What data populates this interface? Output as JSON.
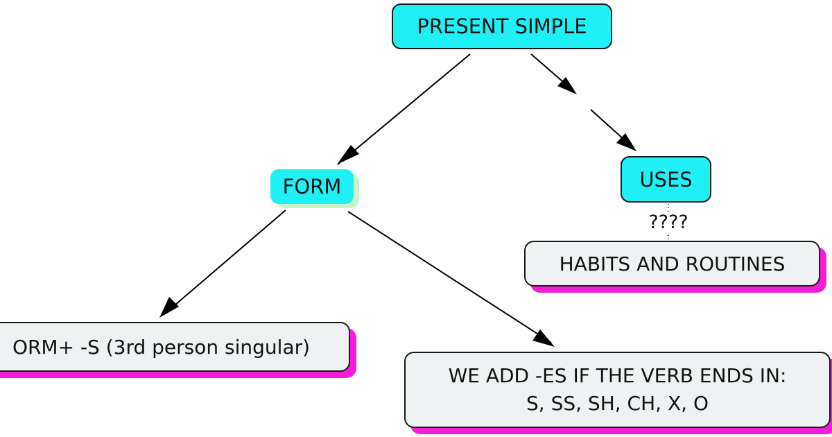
{
  "concept_map": {
    "nodes": {
      "present_simple": "PRESENT SIMPLE",
      "form": "FORM",
      "uses": "USES",
      "habits": "HABITS AND ROUTINES",
      "base_form": "ORM+ -S (3rd person singular)",
      "es_rule_line1": "WE ADD -ES IF THE VERB ENDS IN:",
      "es_rule_line2": "S, SS, SH, CH, X, O"
    },
    "link_labels": {
      "uses_to_habits": "????"
    },
    "colors": {
      "main_node_fill": "#1ef0f5",
      "detail_node_fill": "#eef2f3",
      "detail_node_shadow": "#f21ed5",
      "form_node_shadow": "#c9f5c6",
      "border": "#1a1a1a"
    }
  }
}
